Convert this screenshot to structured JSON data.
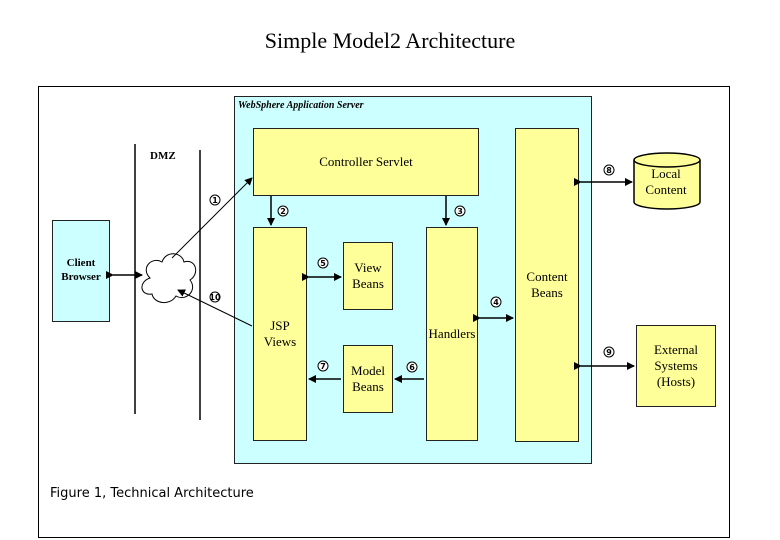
{
  "title": "Simple Model2 Architecture",
  "was_label": "WebSphere Application Server",
  "dmz_label": "DMZ",
  "caption": "Figure 1, Technical Architecture",
  "components": {
    "client_browser": "Client\nBrowser",
    "controller_servlet": "Controller Servlet",
    "jsp_views": "JSP\nViews",
    "view_beans": "View\nBeans",
    "model_beans": "Model\nBeans",
    "handlers": "Handlers",
    "content_beans": "Content\nBeans",
    "local_content": "Local\nContent",
    "external_systems": "External\nSystems\n(Hosts)"
  },
  "step_markers": [
    "1",
    "2",
    "3",
    "4",
    "5",
    "6",
    "7",
    "8",
    "9",
    "10"
  ],
  "colors": {
    "box_fill": "#ffff99",
    "container_fill": "#ccffff",
    "browser_fill": "#ccffff",
    "cylinder_fill": "#ffff99"
  }
}
